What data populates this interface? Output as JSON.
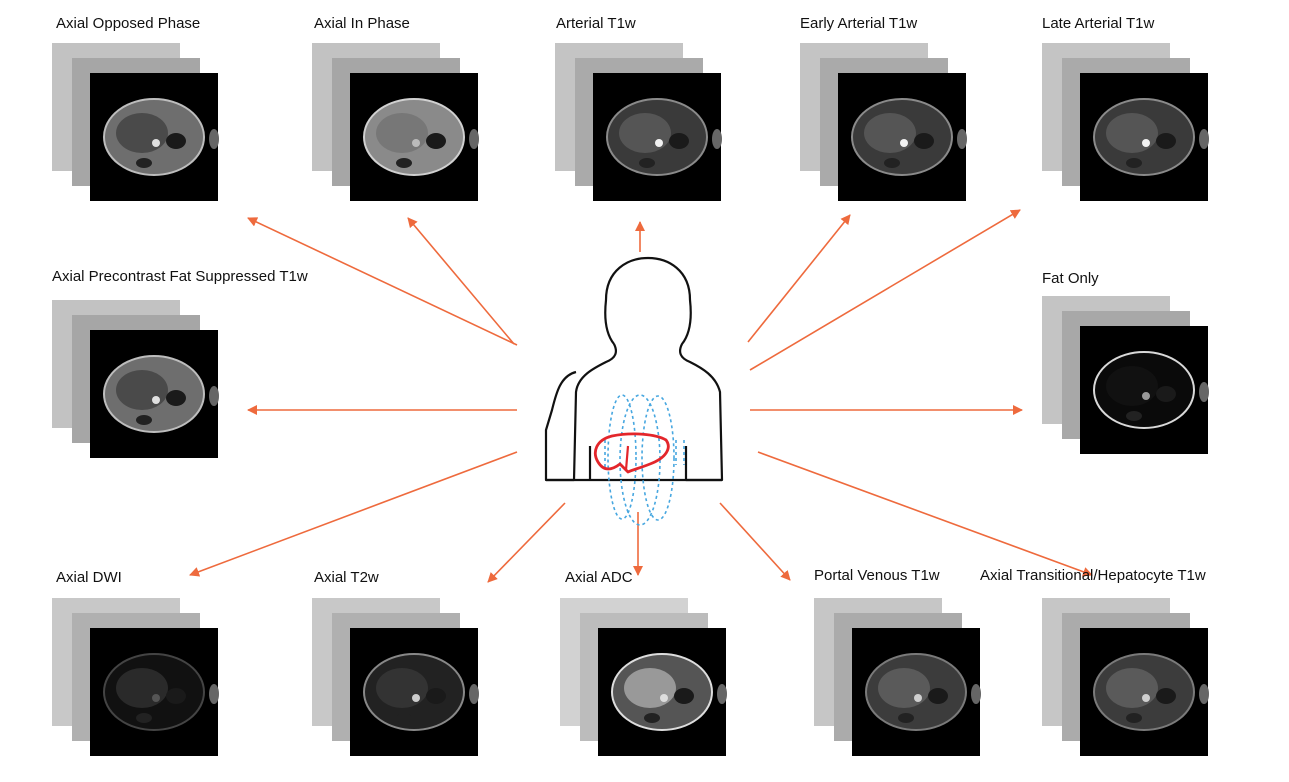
{
  "center": {
    "icon": "human-torso-with-liver-icon",
    "liver_color": "#e3262b",
    "field_color": "#47a7e0"
  },
  "arrow_color": "#ee6a3d",
  "sequences": [
    {
      "id": "axial-opposed-phase",
      "label": "Axial Opposed Phase"
    },
    {
      "id": "axial-in-phase",
      "label": "Axial In Phase"
    },
    {
      "id": "arterial-t1w",
      "label": "Arterial T1w"
    },
    {
      "id": "early-arterial-t1w",
      "label": "Early Arterial T1w"
    },
    {
      "id": "late-arterial-t1w",
      "label": "Late Arterial T1w"
    },
    {
      "id": "axial-precontrast-fat-suppressed-t1w",
      "label": "Axial Precontrast Fat Suppressed T1w"
    },
    {
      "id": "fat-only",
      "label": "Fat Only"
    },
    {
      "id": "axial-dwi",
      "label": "Axial DWI"
    },
    {
      "id": "axial-t2w",
      "label": "Axial T2w"
    },
    {
      "id": "axial-adc",
      "label": "Axial ADC"
    },
    {
      "id": "portal-venous-t1w",
      "label": "Portal Venous T1w"
    },
    {
      "id": "axial-transitional-hepatocyte-t1w",
      "label": "Axial Transitional/Hepatocyte T1w"
    }
  ]
}
